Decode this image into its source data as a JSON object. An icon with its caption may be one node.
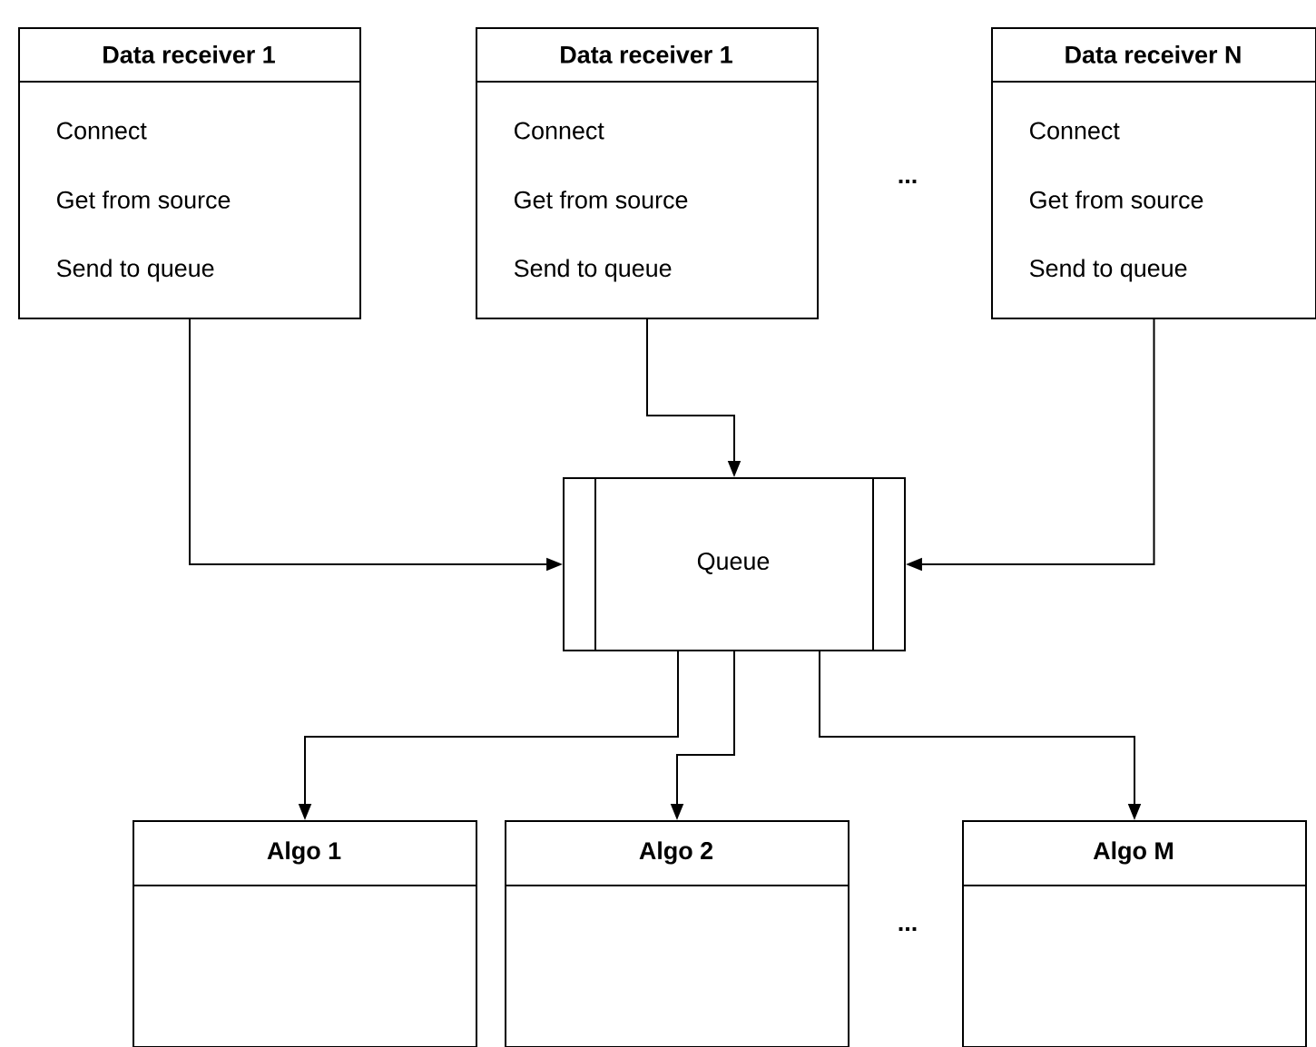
{
  "diagram": {
    "nodes": [
      {
        "text": [
          "Data receiver 1",
          "Connect",
          "Get from source",
          "Send to queue"
        ]
      },
      {
        "text": [
          "Data receiver 1",
          "Connect",
          "Get from source",
          "Send to queue"
        ]
      },
      {
        "text": [
          "Data receiver N",
          "Connect",
          "Get from source",
          "Send to queue"
        ]
      },
      {
        "text": [
          "Queue"
        ]
      },
      {
        "text": [
          "Algo 1"
        ]
      },
      {
        "text": [
          "Algo 2"
        ]
      },
      {
        "text": [
          "Algo M"
        ]
      }
    ],
    "edges": [
      {
        "from": 0,
        "to": 3,
        "arrow": "to"
      },
      {
        "from": 1,
        "to": 3,
        "arrow": "to"
      },
      {
        "from": 2,
        "to": 3,
        "arrow": "to"
      },
      {
        "from": 3,
        "to": 4,
        "arrow": "to"
      },
      {
        "from": 3,
        "to": 5,
        "arrow": "to"
      },
      {
        "from": 3,
        "to": 6,
        "arrow": "to"
      }
    ],
    "labels": [
      "...",
      "..."
    ]
  }
}
